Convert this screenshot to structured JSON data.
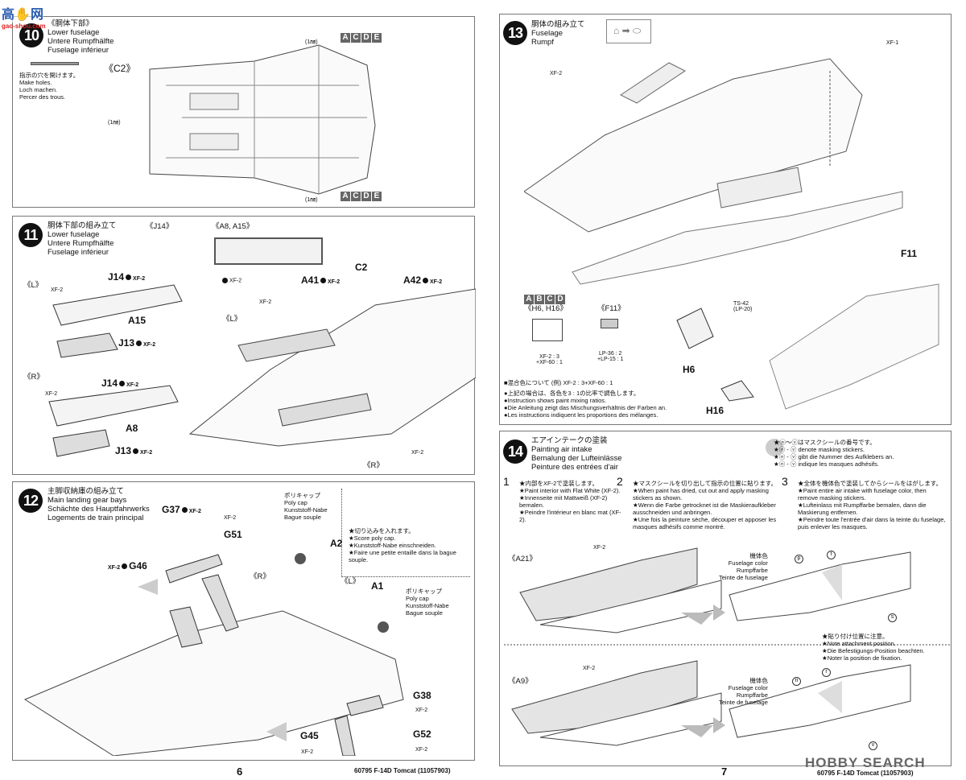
{
  "watermark": {
    "top_left": "高手网 gao-shou.com",
    "bottom_right": "HOBBY SEARCH"
  },
  "step10": {
    "num": "10",
    "ja": "《胴体下部》",
    "en": "Lower fuselage",
    "de": "Untere Rumpfhälfte",
    "fr": "Fuselage inférieur",
    "drill_ja": "指示の穴を開けます。",
    "drill_en": "Make holes.",
    "drill_de": "Loch machen.",
    "drill_fr": "Percer des trous.",
    "part": "《C2》",
    "mm1": "(1㎜)",
    "mm2": "(1㎜)",
    "mm3": "(1㎜)",
    "versions": [
      "A",
      "C",
      "D",
      "E"
    ]
  },
  "step11": {
    "num": "11",
    "ja": "胴体下部の組み立て",
    "en": "Lower fuselage",
    "de": "Untere Rumpfhälfte",
    "fr": "Fuselage inférieur",
    "j14": "《J14》",
    "a8a15": "《A8, A15》",
    "L": "《L》",
    "R": "《R》",
    "L2": "《L》",
    "R2": "《R》",
    "parts": {
      "J14a": "J14",
      "J14b": "J14",
      "A15": "A15",
      "A8": "A8",
      "J13a": "J13",
      "J13b": "J13",
      "C2": "C2",
      "A41": "A41",
      "A42": "A42"
    },
    "paint": "XF-2"
  },
  "step12": {
    "num": "12",
    "ja": "主脚収納庫の組み立て",
    "en": "Main landing gear bays",
    "de": "Schächte des Hauptfahrwerks",
    "fr": "Logements de train principal",
    "poly_ja": "ポリキャップ",
    "poly_en": "Poly cap",
    "poly_de": "Kunststoff-Nabe",
    "poly_fr": "Bague souple",
    "score_ja": "★切り込みを入れます。",
    "score_en": "★Score poly cap.",
    "score_de": "★Kunststoff-Nabe einschneiden.",
    "score_fr": "★Faire une petite entaille dans la bague souple.",
    "parts": {
      "G37": "G37",
      "G51": "G51",
      "G46": "G46",
      "A2": "A2",
      "A1": "A1",
      "G38": "G38",
      "G45": "G45",
      "G52": "G52"
    },
    "R": "《R》",
    "L": "《L》",
    "paint": "XF-2"
  },
  "step13": {
    "num": "13",
    "ja": "胴体の組み立て",
    "en": "Fuselage",
    "de": "Rumpf",
    "xf1": "XF-1",
    "xf2": "XF-2",
    "versions": [
      "A",
      "B",
      "C",
      "D"
    ],
    "h6h16": "《H6, H16》",
    "f11": "《F11》",
    "mix1": "XF-2 : 3",
    "mix1b": "+XF-60 : 1",
    "mix2": "LP-36 : 2",
    "mix2b": "+LP-15 : 1",
    "F11": "F11",
    "H6": "H6",
    "H16": "H16",
    "ts": "TS-42",
    "lp": "(LP-20)",
    "mix_ja": "■混合色について (例) XF-2 : 3+XF-60 : 1",
    "mix_note_ja": "●上記の場合は、各色を3 : 1の比率で調色します。",
    "mix_note_en": "●Instruction shows paint mixing ratios.",
    "mix_note_de": "●Die Anleitung zeigt das Mischungsverhältnis der Farben an.",
    "mix_note_fr": "●Les instructions indiquent les proportions des mélanges."
  },
  "step14": {
    "num": "14",
    "ja": "エアインテークの塗装",
    "en": "Painting air intake",
    "de": "Bemalung der Lufteinlässe",
    "fr": "Peinture des entrées d'air",
    "mask_ja": "★ⓝ～ⓥはマスクシールの番号です。",
    "mask_en": "★ⓝ - ⓥ denote masking stickers.",
    "mask_de": "★ⓝ - ⓥ gibt die Nummer des Aufklebers an.",
    "mask_fr": "★ⓝ - ⓥ indique les masques adhésifs.",
    "s1": {
      "n": "1",
      "ja": "★内部をXF-2で塗装します。",
      "en": "★Paint interior with Flat White (XF-2).",
      "de": "★Innenseite mit Mattweiß (XF-2) bemalen.",
      "fr": "★Peindre l'intérieur en blanc mat (XF-2)."
    },
    "s2": {
      "n": "2",
      "ja": "★マスクシールを切り出して指示の位置に貼ります。",
      "en": "★When paint has dried, cut out and apply masking stickers as shown.",
      "de": "★Wenn die Farbe getrocknet ist die Maskieraufkleber ausschneiden und anbringen.",
      "fr": "★Une fois la peinture sèche, découper et apposer les masques adhésifs comme montré."
    },
    "s3": {
      "n": "3",
      "ja": "★全体を機体色で塗装してからシールをはがします。",
      "en": "★Paint entire air intake with fuselage color, then remove masking stickers.",
      "de": "★Lufteinlass mit Rumpffarbe bemalen, dann die Maskierung entfernen.",
      "fr": "★Peindre toute l'entrée d'air dans la teinte du fuselage, puis enlever les masques."
    },
    "a21": "《A21》",
    "a9": "《A9》",
    "xf2": "XF-2",
    "fc_ja": "機体色",
    "fc_en": "Fuselage color",
    "fc_de": "Rumpffarbe",
    "fc_fr": "Teinte de fuselage",
    "att_ja": "★貼り付け位置に注意。",
    "att_en": "★Note attachment position.",
    "att_de": "★Die Befestigungs-Position beachten.",
    "att_fr": "★Noter la position de fixation.",
    "stickers": [
      "p",
      "t",
      "s",
      "n",
      "r",
      "v"
    ]
  },
  "footer": {
    "left_page": "6",
    "right_page": "7",
    "left_code": "60795 F-14D Tomcat (11057903)",
    "right_code": "60795 F-14D Tomcat (11057903)"
  },
  "colors": {
    "ink": "#111111",
    "mask_gray": "#d8d8d8",
    "arrow_gray": "#bbbbbb"
  }
}
